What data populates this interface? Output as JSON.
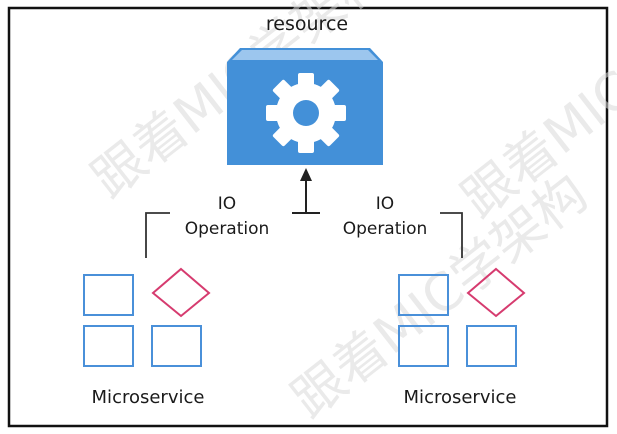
{
  "resource_label": "resource",
  "left_operation": {
    "line1": "IO",
    "line2": "Operation"
  },
  "right_operation": {
    "line1": "IO",
    "line2": "Operation"
  },
  "left_microservice_label": "Microservice",
  "right_microservice_label": "Microservice",
  "watermark_text": "跟着MIC学架构",
  "colors": {
    "resource_fill": "#4390d8",
    "resource_top": "#6aa9e4",
    "gear": "#ffffff",
    "square_stroke": "#4a90d9",
    "diamond_stroke": "#d63b6f",
    "line": "#222222",
    "frame": "#111111"
  }
}
